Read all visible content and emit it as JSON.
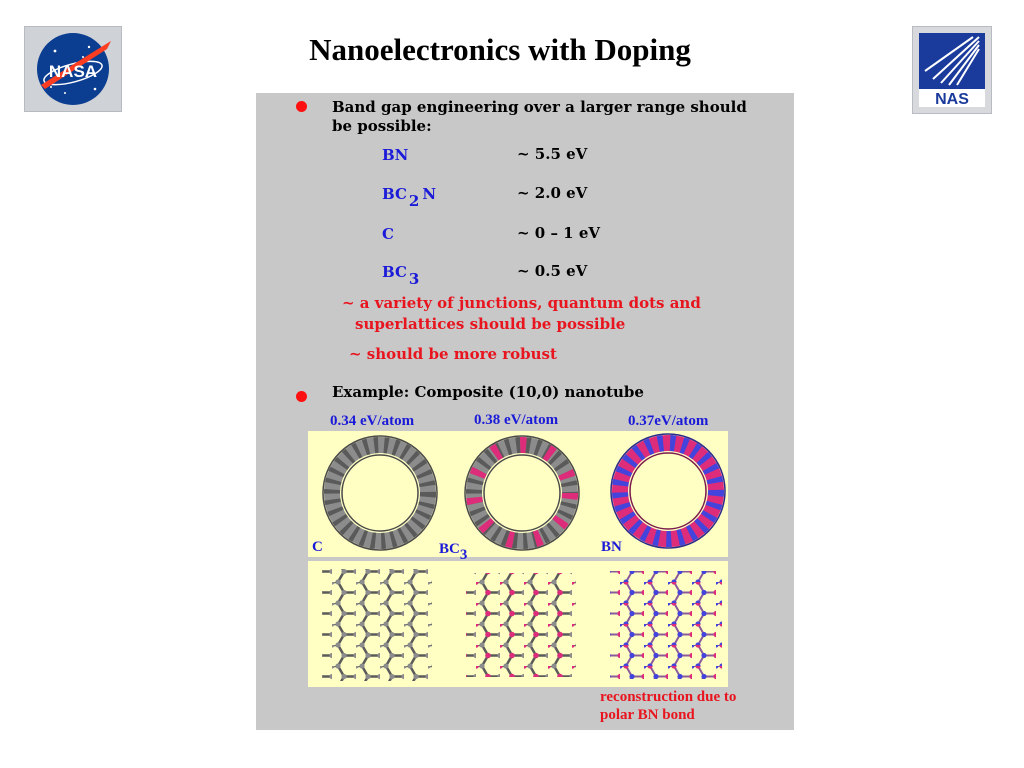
{
  "title": "Nanoelectronics  with Doping",
  "bullet1": {
    "text": "Band gap engineering over a larger range should be possible:",
    "materials": [
      {
        "name": "BN",
        "sub": "",
        "tail": "",
        "gap": "~ 5.5 eV"
      },
      {
        "name": "BC",
        "sub": "2",
        "tail": "N",
        "gap": "~ 2.0 eV"
      },
      {
        "name": "C",
        "sub": "",
        "tail": "",
        "gap": "~ 0 – 1 eV"
      },
      {
        "name": "BC",
        "sub": "3",
        "tail": "",
        "gap": "~ 0.5 eV"
      }
    ],
    "note1_line1": "~ a variety of junctions, quantum dots and",
    "note1_line2": "superlattices should be possible",
    "note2": "~ should be more robust"
  },
  "bullet2": {
    "text": "Example: Composite (10,0) nanotube"
  },
  "tubes": [
    {
      "energy": "0.34 eV/atom",
      "label": "C",
      "sub": ""
    },
    {
      "energy": "0.38 eV/atom",
      "label": "BC",
      "sub": "3"
    },
    {
      "energy": "0.37eV/atom",
      "label": "BN",
      "sub": ""
    }
  ],
  "caption_line1": "reconstruction due to",
  "caption_line2": "polar BN bond",
  "logos": {
    "left": "NASA",
    "right": "NAS"
  },
  "colors": {
    "bullet": "#ff1010",
    "blue": "#1a1ad8",
    "red": "#e8141e",
    "panel": "#c8c8c8",
    "figure_bg": "#ffffc4",
    "carbon": "#8c8c8c",
    "boron": "#dd2c7a",
    "nitrogen": "#4444dd"
  }
}
